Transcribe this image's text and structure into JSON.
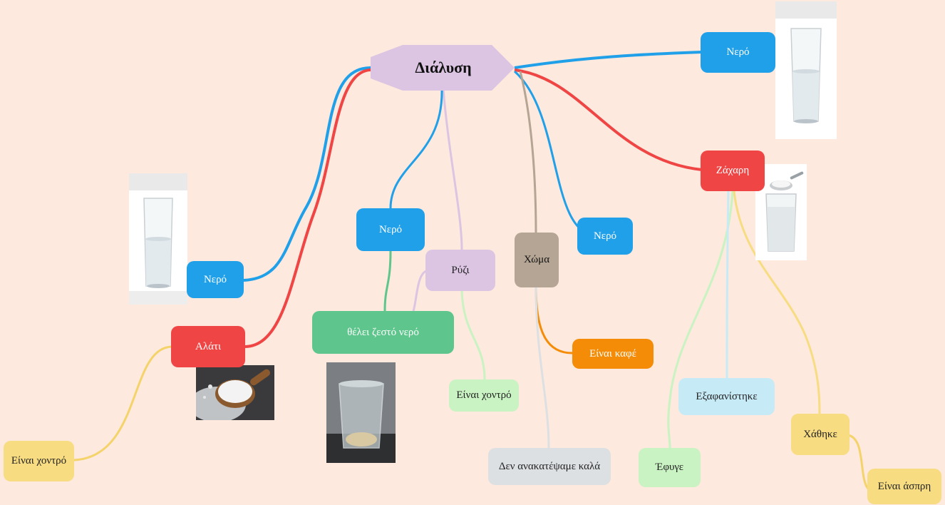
{
  "root": {
    "label": "Διάλυση"
  },
  "nodes": {
    "nero_top": "Νερό",
    "nero_left": "Νερό",
    "nero_center": "Νερό",
    "nero_right": "Νερό",
    "alati": "Αλάτι",
    "zachari": "Ζάχαρη",
    "ryzi": "Ρύζι",
    "choma": "Χώμα",
    "zesto_nero": "θέλει ζεστό νερό",
    "einai_chontro_left": "Είναι χοντρό",
    "einai_chontro_mid": "Είναι χοντρό",
    "einai_kafe": "Είναι καφέ",
    "den_anakatepsame": "Δεν ανακατέψαμε καλά",
    "exafanistike": "Εξαφανίστηκε",
    "efyge": "Έφυγε",
    "chathike": "Χάθηκε",
    "einai_aspri": "Είναι άσπρη"
  },
  "colors": {
    "background": "#fde9dd",
    "blue": "#21a0ea",
    "red": "#ef4545",
    "lilac": "#dcc5e3",
    "taupe": "#b5a595",
    "green": "#5ec68c",
    "mint": "#c9f3c2",
    "orange": "#f48c08",
    "gray": "#dde0e3",
    "sky": "#c7eaf7",
    "yellow": "#f7dc82"
  },
  "images": [
    "glass-of-water-image",
    "glass-of-water-image",
    "salt-spoon-image",
    "sugar-water-glass-image",
    "rice-in-water-glass-image"
  ]
}
